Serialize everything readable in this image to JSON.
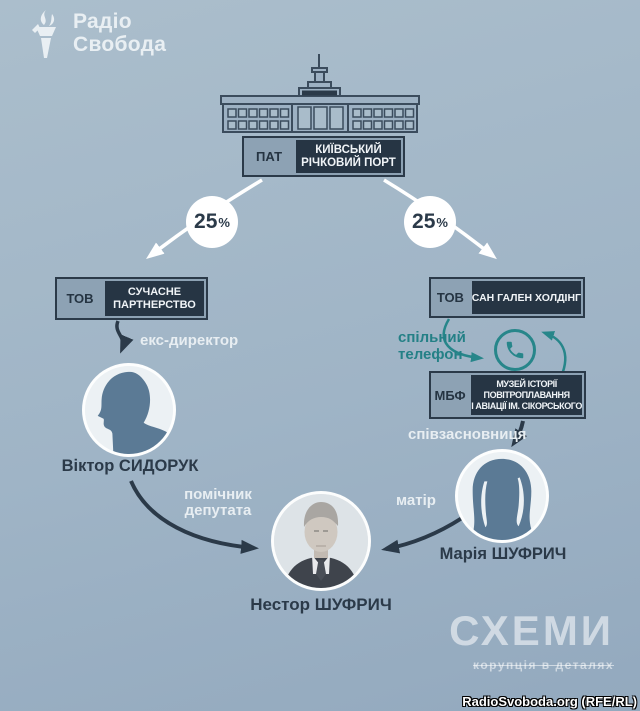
{
  "brand": {
    "line1": "Радіо",
    "line2": "Свобода"
  },
  "diagram": {
    "port": {
      "type": "ПАТ",
      "name_line1": "КИЇВСЬКИЙ",
      "name_line2": "РІЧКОВИЙ ПОРТ"
    },
    "share_left": {
      "value": "25",
      "unit": "%"
    },
    "share_right": {
      "value": "25",
      "unit": "%"
    },
    "partnership": {
      "type": "ТОВ",
      "name_line1": "СУЧАСНЕ",
      "name_line2": "ПАРТНЕРСТВО"
    },
    "holding": {
      "type": "ТОВ",
      "name": "САН ГАЛЕН ХОЛДІНГ"
    },
    "museum": {
      "type": "МБФ",
      "name_line1": "МУЗЕЙ ІСТОРІЇ",
      "name_line2": "ПОВІТРОПЛАВАННЯ",
      "name_line3": "І АВІАЦІЇ ІМ. СІКОРСЬКОГО"
    },
    "labels": {
      "ex_director": "екс-директор",
      "assistant_line1": "помічник",
      "assistant_line2": "депутата",
      "shared_phone_line1": "спільний",
      "shared_phone_line2": "телефон",
      "cofounder": "співзасновниця",
      "mother": "матір"
    },
    "people": {
      "sydoruk": "Віктор СИДОРУК",
      "shufrych": "Нестор ШУФРИЧ",
      "maria": "Марія ШУФРИЧ"
    }
  },
  "colors": {
    "background": "#9fb4c6",
    "navy": "#2b3a49",
    "teal": "#27868a",
    "box_light": "#8da2b4",
    "box_dark": "#263544",
    "white": "#ffffff"
  },
  "footer": {
    "logo": "СХЕМИ",
    "tagline": "корупція в деталях",
    "watermark": "RadioSvoboda.org (RFE/RL)"
  }
}
